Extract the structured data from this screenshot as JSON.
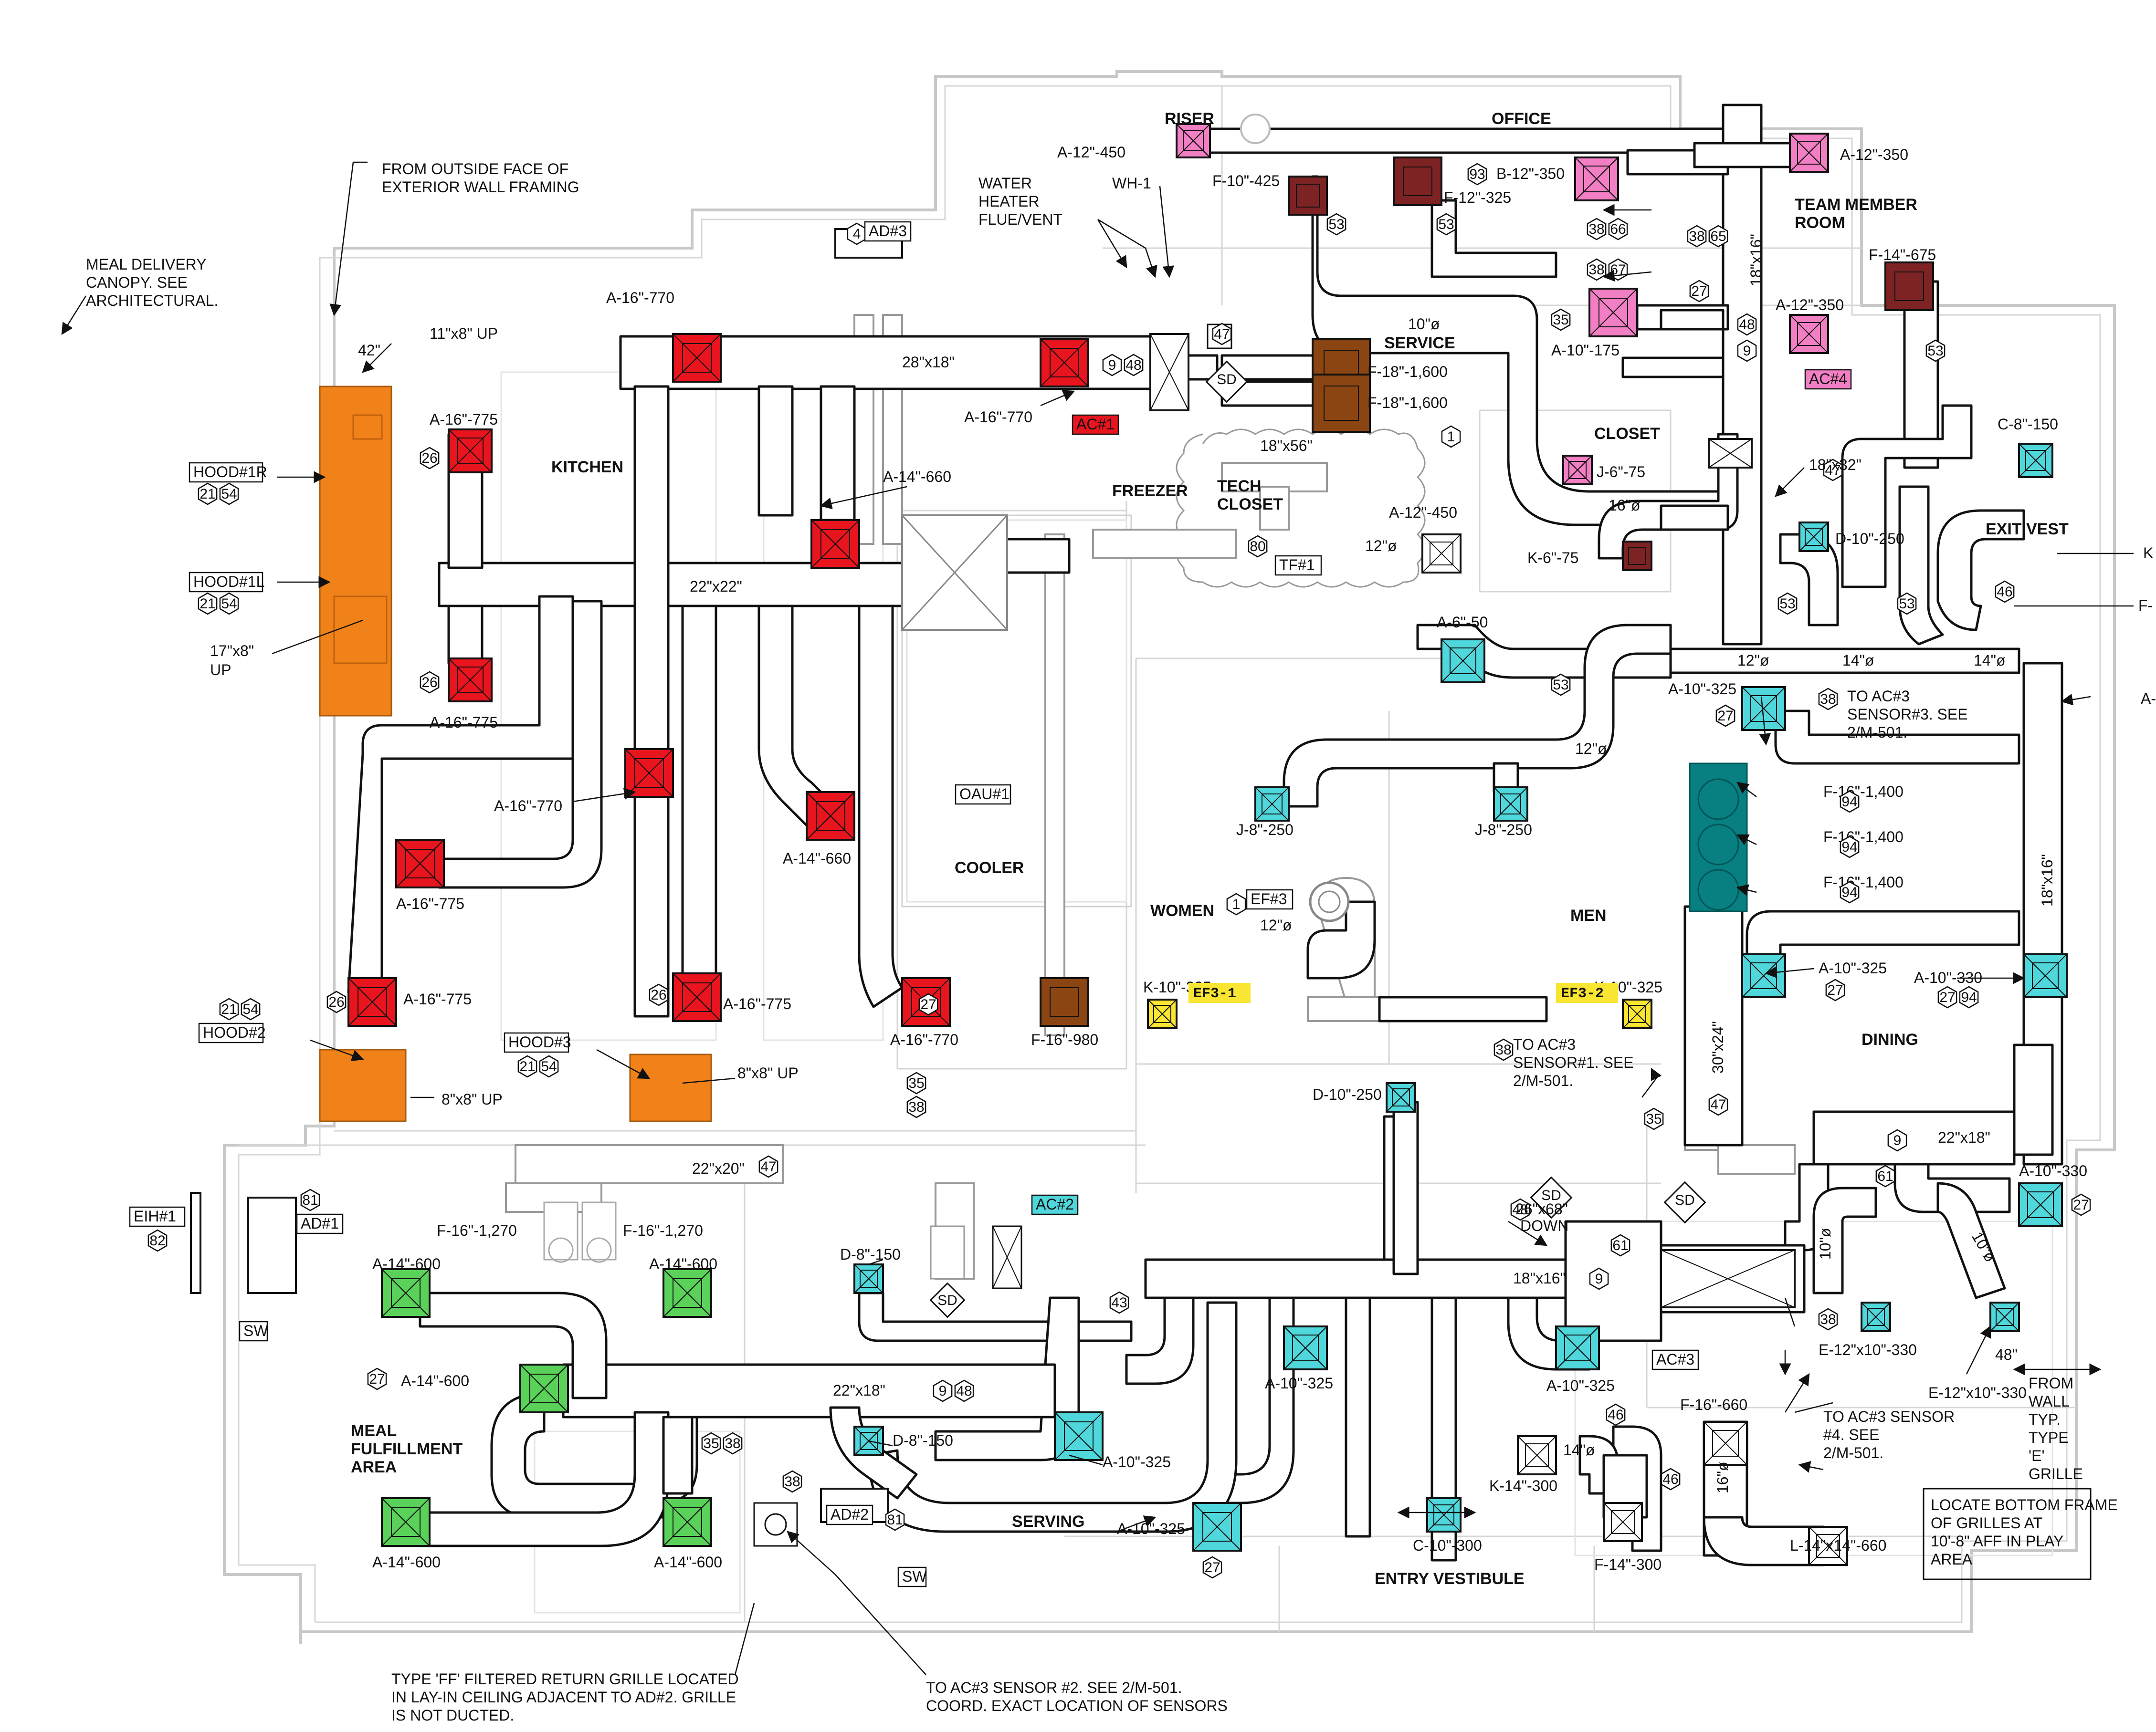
{
  "rooms": [
    {
      "id": "riser",
      "label": "RISER"
    },
    {
      "id": "office",
      "label": "OFFICE"
    },
    {
      "id": "team",
      "label": "TEAM MEMBER ROOM"
    },
    {
      "id": "kitchen",
      "label": "KITCHEN"
    },
    {
      "id": "freezer",
      "label": "FREEZER"
    },
    {
      "id": "techcloset",
      "label": "TECH CLOSET"
    },
    {
      "id": "service",
      "label": "SERVICE"
    },
    {
      "id": "closet",
      "label": "CLOSET"
    },
    {
      "id": "exitvest",
      "label": "EXIT VEST"
    },
    {
      "id": "cooler",
      "label": "COOLER"
    },
    {
      "id": "women",
      "label": "WOMEN"
    },
    {
      "id": "men",
      "label": "MEN"
    },
    {
      "id": "dining",
      "label": "DINING"
    },
    {
      "id": "meal",
      "label": "MEAL FULFILLMENT AREA"
    },
    {
      "id": "serving",
      "label": "SERVING"
    },
    {
      "id": "entry",
      "label": "ENTRY VESTIBULE"
    }
  ],
  "notes": {
    "canopy": "MEAL DELIVERY CANOPY. SEE ARCHITECTURAL.",
    "from_face": "FROM OUTSIDE FACE OF EXTERIOR WALL FRAMING",
    "water_heater": "WATER HEATER FLUE/VENT",
    "ff_grille": "TYPE 'FF' FILTERED RETURN GRILLE LOCATED IN LAY-IN CEILING ADJACENT TO AD#2. GRILLE IS NOT DUCTED.",
    "sensor2": "TO AC#3 SENSOR #2. SEE 2/M-501. COORD. EXACT LOCATION OF SENSORS",
    "sensor3": "TO AC#3 SENSOR#3. SEE 2/M-501.",
    "sensor1": "TO AC#3 SENSOR#1. SEE 2/M-501.",
    "sensor4": "TO AC#3 SENSOR #4. SEE 2/M-501.",
    "from_wall": "FROM WALL TYP. TYPE 'E' GRILLE",
    "locate": "LOCATE BOTTOM FRAME OF GRILLES AT 10'-8\" AFF IN PLAY AREA"
  },
  "equipment": {
    "hood1r": "HOOD#1R",
    "hood1l": "HOOD#1L",
    "hood2": "HOOD#2",
    "hood3": "HOOD#3",
    "ad1": "AD#1",
    "ad2": "AD#2",
    "ad3": "AD#3",
    "ac1": "AC#1",
    "ac2": "AC#2",
    "ac3": "AC#3",
    "ac4": "AC#4",
    "oau1": "OAU#1",
    "tf1": "TF#1",
    "ef3": "EF#3",
    "ef3_1": "EF3-1",
    "ef3_2": "EF3-2",
    "eih1": "EIH#1",
    "wh1": "WH-1",
    "sw": "SW",
    "sd": "SD"
  },
  "duct_labels": {
    "d28x18": "28\"x18\"",
    "d22x22": "22\"x22\"",
    "d22x20": "22\"x20\"",
    "d22x18a": "22\"x18\"",
    "d22x18b": "22\"x18\"",
    "d18x16a": "18\"x16\"",
    "d18x16b": "18\"x16\"",
    "d18x16c": "18\"x16\"",
    "d18x32": "18\"x32\"",
    "d18x56": "18\"x56\"",
    "d30x24": "30\"x24\"",
    "d26x68": "26\"x68\"",
    "down": "DOWN",
    "r10a": "10\"ø",
    "r16": "16\"ø",
    "r12a": "12\"ø",
    "r12b": "12\"ø",
    "r12c": "12\"ø",
    "r12d": "12\"ø",
    "r14a": "14\"ø",
    "r14b": "14\"ø",
    "r14c": "14\"ø",
    "r16b": "16\"ø",
    "r10b": "10\"ø",
    "r10c": "10\"ø",
    "up11x8": "11\"x8\" UP",
    "up17x8": "17\"x8\"",
    "up": "UP",
    "up8x8a": "8\"x8\" UP",
    "up8x8b": "8\"x8\" UP",
    "dim42": "42\"",
    "dim48": "48\""
  },
  "diffusers": {
    "a12_450a": "A-12\"-450",
    "a12_350a": "A-12\"-350",
    "a12_350b": "A-12\"-350",
    "a10_175": "A-10\"-175",
    "b12_350": "B-12\"-350",
    "f10_425": "F-10\"-425",
    "f12_325": "F-12\"-325",
    "f14_675": "F-14\"-675",
    "a16_770a": "A-16\"-770",
    "a16_770b": "A-16\"-770",
    "a16_770c": "A-16\"-770",
    "a16_770d": "A-16\"-770",
    "a16_775a": "A-16\"-775",
    "a16_775b": "A-16\"-775",
    "a16_775c": "A-16\"-775",
    "a16_775d": "A-16\"-775",
    "a16_775e": "A-16\"-775",
    "a14_660a": "A-14\"-660",
    "a14_660b": "A-14\"-660",
    "f18_1600a": "F-18\"-1,600",
    "f18_1600b": "F-18\"-1,600",
    "a12_450b": "A-12\"-450",
    "j6_75": "J-6\"-75",
    "k6_75": "K-6\"-75",
    "c8_150": "C-8\"-150",
    "d10_250a": "D-10\"-250",
    "a6_50": "A-6\"-50",
    "a10_325a": "A-10\"-325",
    "j8_250a": "J-8\"-250",
    "j8_250b": "J-8\"-250",
    "f16_1400a": "F-16\"-1,400",
    "f16_1400b": "F-16\"-1,400",
    "f16_1400c": "F-16\"-1,400",
    "a10_325b": "A-10\"-325",
    "a10_330a": "A-10\"-330",
    "k10_325a": "K-10\"-325",
    "k10_325b": "K-10\"-325",
    "f16_980": "F-16\"-980",
    "d10_250b": "D-10\"-250",
    "a10_330b": "A-10\"-330",
    "f16_1270a": "F-16\"-1,270",
    "f16_1270b": "F-16\"-1,270",
    "a14_600a": "A-14\"-600",
    "a14_600b": "A-14\"-600",
    "a14_600c": "A-14\"-600",
    "a14_600d": "A-14\"-600",
    "a14_600e": "A-14\"-600",
    "d8_150a": "D-8\"-150",
    "d8_150b": "D-8\"-150",
    "a10_325c": "A-10\"-325",
    "a10_325d": "A-10\"-325",
    "a10_325e": "A-10\"-325",
    "a10_325f": "A-10\"-325",
    "k14_300": "K-14\"-300",
    "c10_300": "C-10\"-300",
    "f14_300": "F-14\"-300",
    "f16_660": "F-16\"-660",
    "l14_660": "L-14\"x14\"-660",
    "e12_330a": "E-12\"x10\"-330",
    "e12_330b": "E-12\"x10\"-330",
    "k_edge": "K",
    "f_edge": "F-",
    "a_edge": "A-"
  },
  "tags": {
    "t4": "4",
    "t93": "93",
    "t53a": "53",
    "t53b": "53",
    "t38a": "38",
    "t66": "66",
    "t38b": "38",
    "t67": "67",
    "t38c": "38",
    "t65": "65",
    "t35a": "35",
    "t27a": "27",
    "t48a": "48",
    "t9a": "9",
    "t53c": "53",
    "t47a": "47",
    "t9b": "9",
    "t48b": "48",
    "t21a": "21",
    "t54a": "54",
    "t21b": "21",
    "t54b": "54",
    "t26a": "26",
    "t26b": "26",
    "t26c": "26",
    "t26d": "26",
    "t27b": "27",
    "t21c": "21",
    "t54c": "54",
    "t21d": "21",
    "t54d": "54",
    "t47b": "47",
    "t1a": "1",
    "t80": "80",
    "t53d": "53",
    "t53e": "53",
    "t53f": "53",
    "t46a": "46",
    "t38d": "38",
    "t27c": "27",
    "t94a": "94",
    "t94b": "94",
    "t94c": "94",
    "t27d": "27",
    "t27e": "27",
    "t94d": "94",
    "t1b": "1",
    "t35b": "35",
    "t38e": "38",
    "t38f": "38",
    "t35c": "35",
    "t47c": "47",
    "t9c": "9",
    "t61a": "61",
    "t27f": "27",
    "t48c": "48",
    "t61b": "61",
    "t9d": "9",
    "t38g": "38",
    "t81a": "81",
    "t82": "82",
    "t47d": "47",
    "t27g": "27",
    "t9e": "9",
    "t48d": "48",
    "t43": "43",
    "t35d": "35",
    "t38h": "38",
    "t38i": "38",
    "t81b": "81",
    "t46b": "46",
    "t46c": "46",
    "t27h": "27"
  },
  "colors": {
    "pink": "#f27fc4",
    "maroon": "#7d2323",
    "red": "#e8141e",
    "brown": "#8b4513",
    "orange": "#f08219",
    "cyan": "#4fd7dc",
    "teal": "#087f80",
    "green": "#5ad25a",
    "yellow": "#f8e632",
    "acpink": "#f27fc4",
    "acred": "#e8141e",
    "accyan": "#4fd7dc"
  }
}
